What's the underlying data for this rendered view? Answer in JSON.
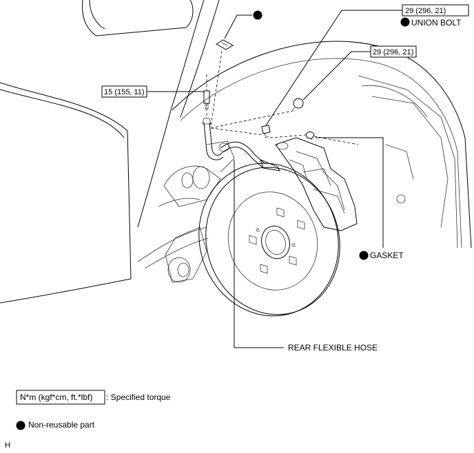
{
  "callouts": {
    "torque_top_right": "29 (296, 21)",
    "union_bolt": "UNION BOLT",
    "torque_mid_right": "29 (296, 21)",
    "torque_left": "15 (155, 11)",
    "gasket": "GASKET",
    "rear_flexible_hose": "REAR FLEXIBLE HOSE"
  },
  "legend": {
    "torque_box": "N*m (kgf*cm, ft.*lbf)",
    "torque_desc": ": Specified torque",
    "nonreusable_desc": "Non-reusable part"
  },
  "footer": {
    "code": "H"
  }
}
